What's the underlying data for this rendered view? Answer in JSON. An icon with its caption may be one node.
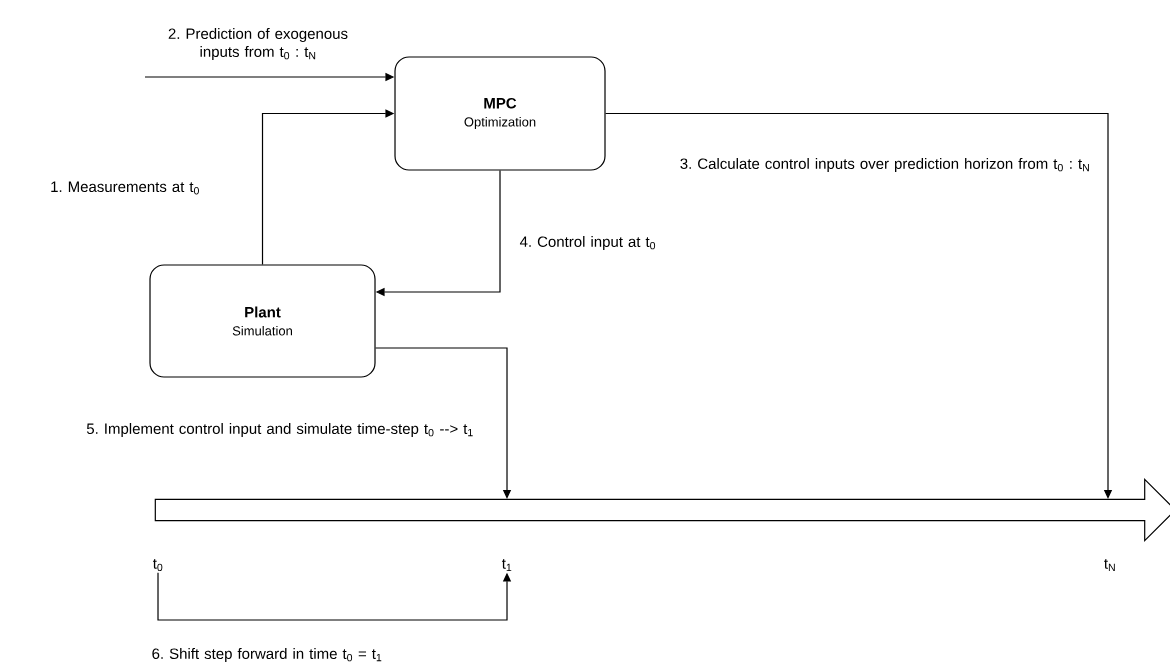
{
  "diagram": {
    "nodes": [
      {
        "text": [
          "MPC",
          "Optimization"
        ]
      },
      {
        "text": [
          "Plant",
          "Simulation"
        ]
      },
      {
        "text": [],
        "shape": "arrow"
      },
      {
        "text": [
          "t$_{0}$"
        ]
      },
      {
        "text": [
          "t$_{1}$"
        ]
      }
    ],
    "edges": [
      {
        "from": null,
        "to": 0,
        "arrow": "to",
        "label": "2. Prediction of exogenous inputs from t$_{0}$ : t$_{N}$"
      },
      {
        "from": 1,
        "to": 0,
        "arrow": "to",
        "label": "1. Measurements at t$_{0}$"
      },
      {
        "from": 0,
        "to": 2,
        "arrow": "to",
        "label": "3. Calculate control inputs over prediction horizon from t$_{0}$ : t$_{N}$"
      },
      {
        "from": 0,
        "to": 1,
        "arrow": "to",
        "label": "4. Control input at t$_{0}$"
      },
      {
        "from": 1,
        "to": 2,
        "arrow": "to",
        "label": "5. Implement control input and simulate time-step t$_{0}$ --> t$_{1}$"
      },
      {
        "from": 3,
        "to": 4,
        "arrow": "to",
        "label": "6. Shift step forward in time t$_{0}$ = t$_{1}$"
      }
    ],
    "labels": [
      "t$_{N}$"
    ]
  }
}
